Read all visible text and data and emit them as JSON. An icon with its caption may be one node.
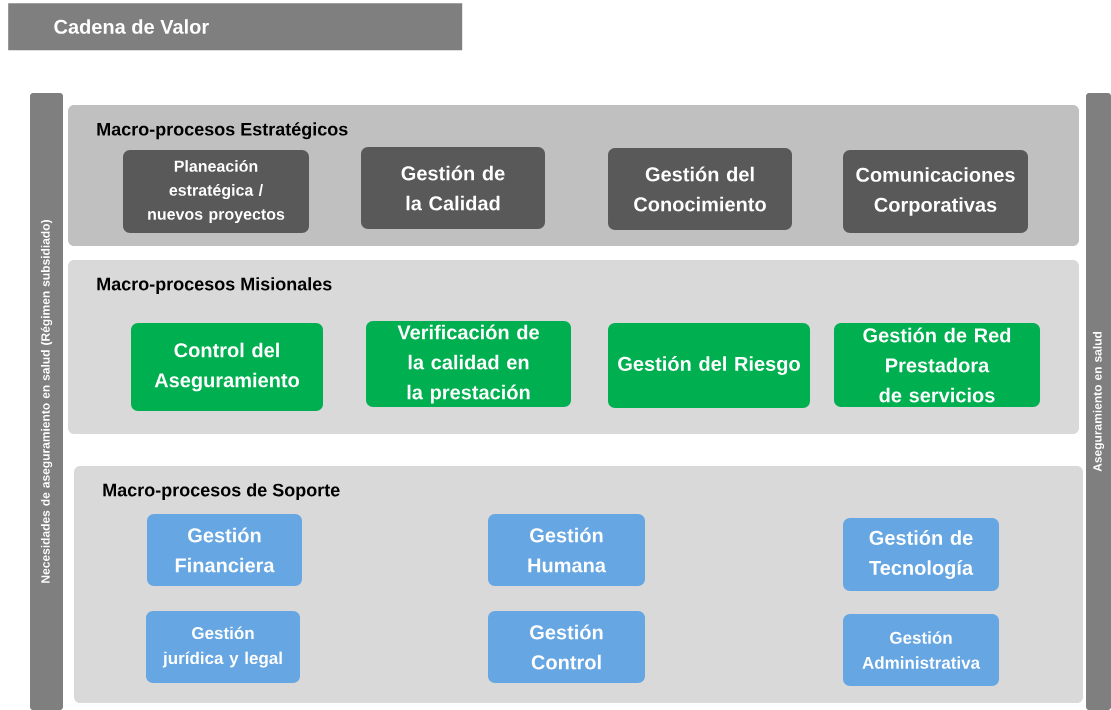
{
  "diagram": {
    "title": "Cadena de Valor",
    "nodes": [
      {
        "text": [
          "Necesidades de aseguramiento en salud (Régimen subsidiado)"
        ]
      },
      {
        "text": [
          "Aseguramiento en salud"
        ]
      },
      {
        "text": [
          "Macro-procesos Estratégicos"
        ]
      },
      {
        "text": [
          "Planeación estratégica / nuevos proyectos"
        ],
        "in": 2
      },
      {
        "text": [
          "Gestión de la Calidad"
        ],
        "in": 2
      },
      {
        "text": [
          "Gestión del Conocimiento"
        ],
        "in": 2
      },
      {
        "text": [
          "Comunicaciones Corporativas"
        ],
        "in": 2
      },
      {
        "text": [
          "Macro-procesos Misionales"
        ]
      },
      {
        "text": [
          "Control del Aseguramiento"
        ],
        "in": 7
      },
      {
        "text": [
          "Verificación de la calidad en la prestación"
        ],
        "in": 7
      },
      {
        "text": [
          "Gestión del Riesgo"
        ],
        "in": 7
      },
      {
        "text": [
          "Gestión de Red Prestadora de servicios"
        ],
        "in": 7
      },
      {
        "text": [
          "Macro-procesos de Soporte"
        ]
      },
      {
        "text": [
          "Gestión Financiera"
        ],
        "in": 12
      },
      {
        "text": [
          "Gestión Humana"
        ],
        "in": 12
      },
      {
        "text": [
          "Gestión de Tecnología"
        ],
        "in": 12
      },
      {
        "text": [
          "Gestión jurídica y legal"
        ],
        "in": 12
      },
      {
        "text": [
          "Gestión Control"
        ],
        "in": 12
      },
      {
        "text": [
          "Gestión Administrativa"
        ],
        "in": 12
      }
    ]
  }
}
